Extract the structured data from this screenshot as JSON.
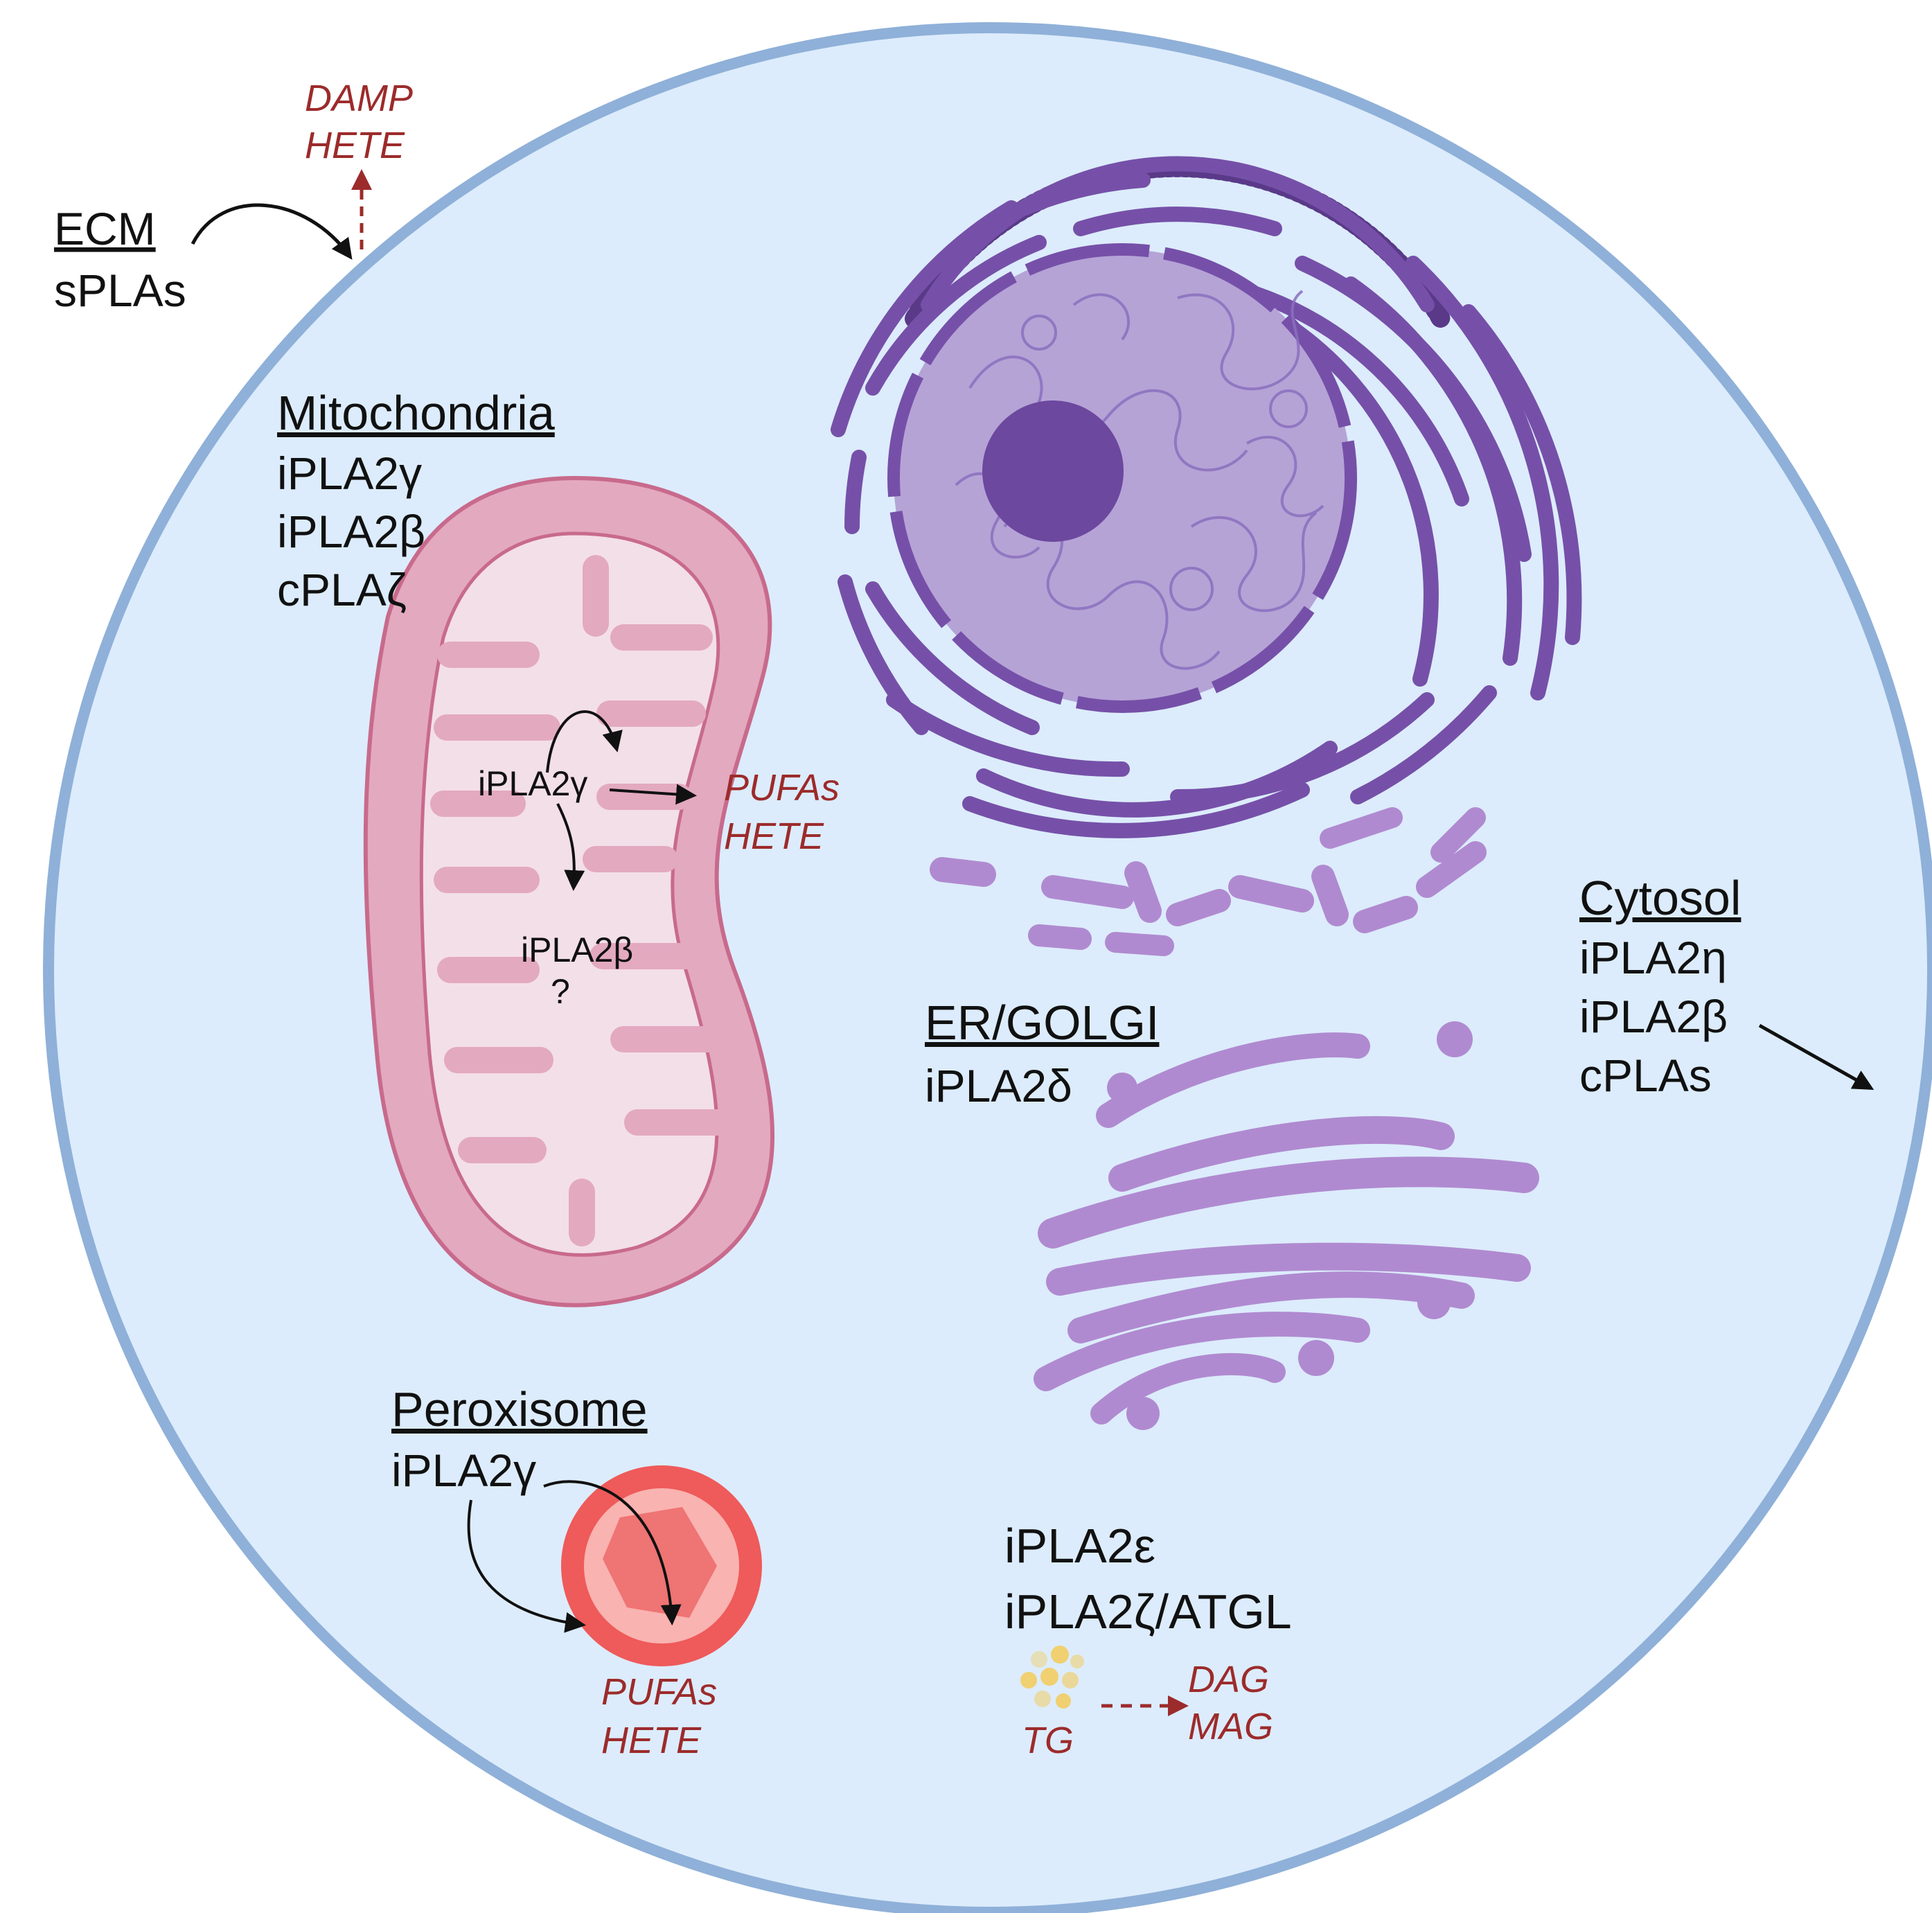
{
  "colors": {
    "cell_fill": "#dcecfc",
    "cell_membrane": "#8fb0d8",
    "mito_outer": "#e3a9bf",
    "mito_inner": "#f3dfe8",
    "mito_stroke": "#c86a8c",
    "er": "#7650a8",
    "nucleus": "#b5a3d6",
    "nucleolus": "#6c489e",
    "golgi": "#b08ad0",
    "peroxisome_outer": "#ef5a5a",
    "peroxisome_inner": "#f9b3b0",
    "lipid": "#f0d070",
    "product_text": "#9c2b2b",
    "label_text": "#111111"
  },
  "labels": {
    "ecm": {
      "title": "ECM",
      "items": [
        "sPLAs"
      ]
    },
    "membrane_products": [
      "DAMP",
      "HETE"
    ],
    "mitochondria": {
      "title": "Mitochondria",
      "items": [
        "iPLA2γ",
        "iPLA2β",
        "cPLAζ"
      ]
    },
    "mito_inner": {
      "enzyme_1": "iPLA2γ",
      "enzyme_2": "iPLA2β",
      "question": "?"
    },
    "mito_products": [
      "PUFAs",
      "HETE"
    ],
    "er_golgi": {
      "title": "ER/GOLGI",
      "items": [
        "iPLA2δ"
      ]
    },
    "cytosol": {
      "title": "Cytosol",
      "items": [
        "iPLA2η",
        "iPLA2β",
        "cPLAs"
      ]
    },
    "peroxisome": {
      "title": "Peroxisome",
      "items": [
        "iPLA2γ"
      ]
    },
    "peroxisome_products": [
      "PUFAs",
      "HETE"
    ],
    "lipid_droplet": {
      "items": [
        "iPLA2ε",
        "iPLA2ζ/ATGL"
      ],
      "substrate": "TG",
      "products": [
        "DAG",
        "MAG"
      ]
    }
  }
}
